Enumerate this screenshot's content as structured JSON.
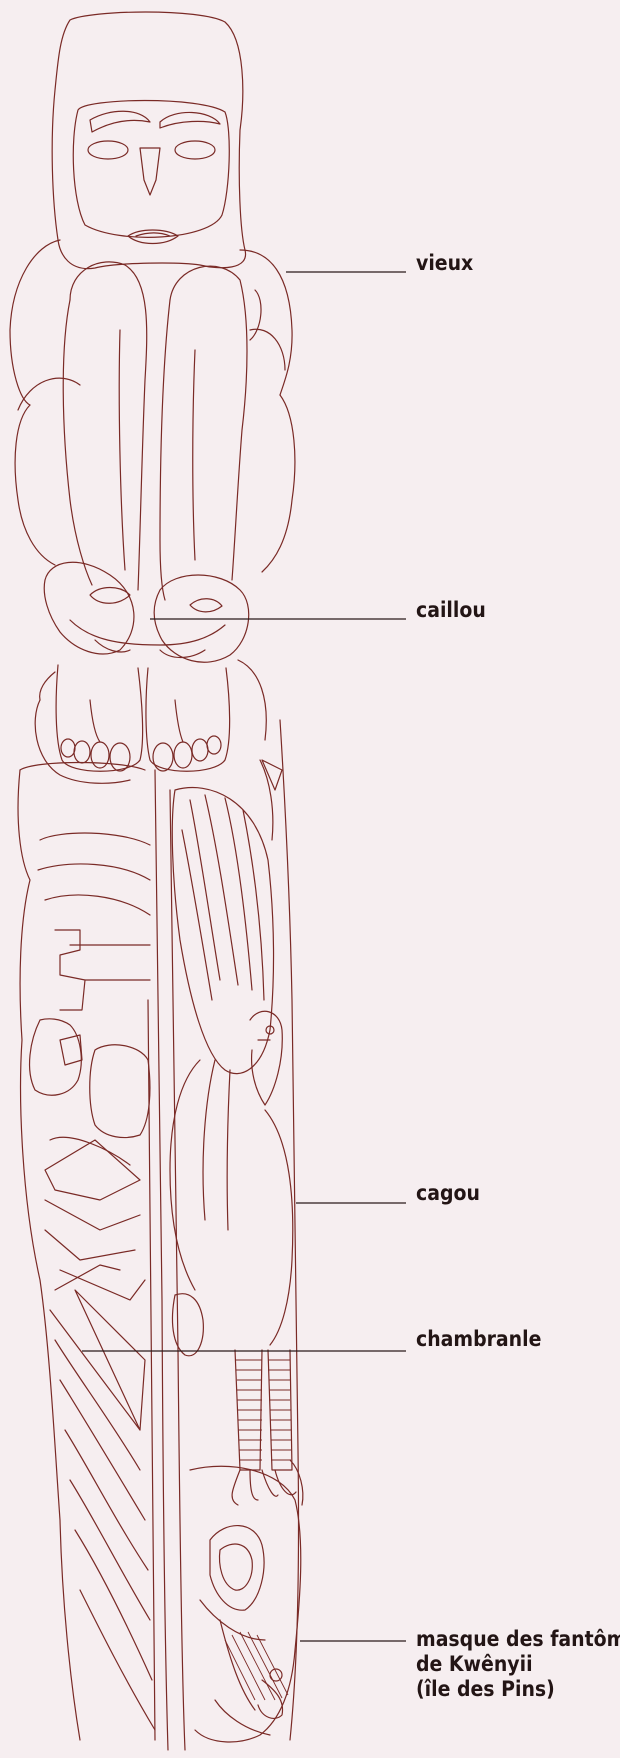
{
  "colors": {
    "background": "#f6eef0",
    "carving_stroke": "#7a2a26",
    "label_text": "#231515"
  },
  "labels": {
    "vieux": "vieux",
    "caillou": "caillou",
    "cagou": "cagou",
    "chambranle": "chambranle",
    "masque_line1": "masque des fantômes",
    "masque_line2": "de Kwênyii",
    "masque_line3": "(île des Pins)"
  }
}
